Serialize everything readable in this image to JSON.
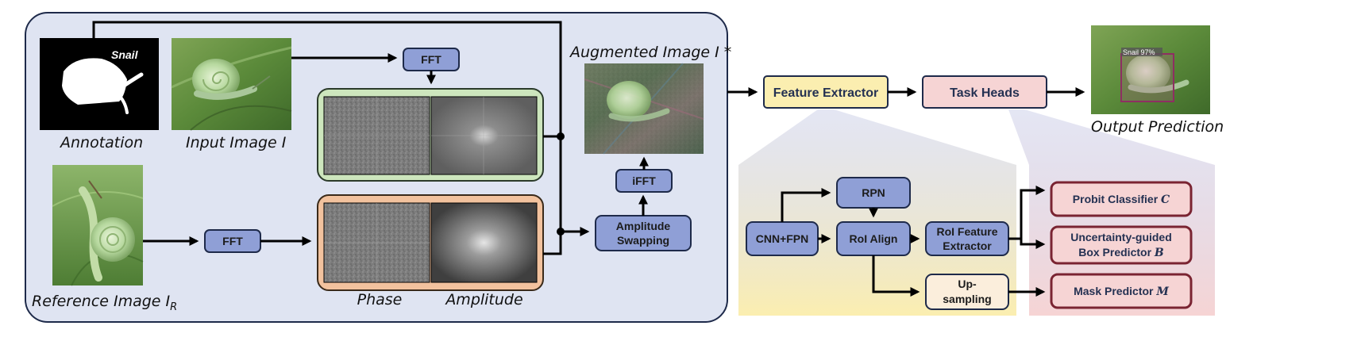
{
  "annotation": {
    "label": "Annotation",
    "mask_tag": "Snail"
  },
  "input_image": {
    "label": "Input Image",
    "symbol": "I"
  },
  "reference_image": {
    "label": "Reference Image",
    "symbol": "I",
    "subscript": "R"
  },
  "augmented_image": {
    "label": "Augmented Image",
    "symbol": "I",
    "mark": "*"
  },
  "fft_top": {
    "label": "FFT"
  },
  "fft_bottom": {
    "label": "FFT"
  },
  "ifft": {
    "label": "iFFT"
  },
  "amplitude_swapping": {
    "label_line1": "Amplitude",
    "label_line2": "Swapping"
  },
  "spectra": {
    "phase_label": "Phase",
    "amplitude_label": "Amplitude"
  },
  "feature_extractor": {
    "label": "Feature Extractor"
  },
  "task_heads": {
    "label": "Task Heads"
  },
  "output_prediction": {
    "label": "Output Prediction",
    "detection_label": "Snail 97%"
  },
  "backbone": {
    "cnn_fpn": "CNN+FPN",
    "rpn": "RPN",
    "roi_align": "RoI Align",
    "roi_feature_line1": "RoI Feature",
    "roi_feature_line2": "Extractor",
    "upsampling_line1": "Up-",
    "upsampling_line2": "sampling"
  },
  "heads": {
    "probit_label": "Probit Classifier",
    "probit_symbol": "C",
    "box_line1": "Uncertainty-guided",
    "box_line2": "Box Predictor",
    "box_symbol": "B",
    "mask_label": "Mask Predictor",
    "mask_symbol": "M"
  },
  "colors": {
    "panel_bg": "#dfe4f2",
    "block_blue": "#8f9fd6",
    "green_panel": "#cde6bd",
    "orange_panel": "#f2c29e",
    "feature_yellow": "#fbeeb0",
    "task_pink": "#f6d4d4",
    "head_border": "#7a2432"
  }
}
